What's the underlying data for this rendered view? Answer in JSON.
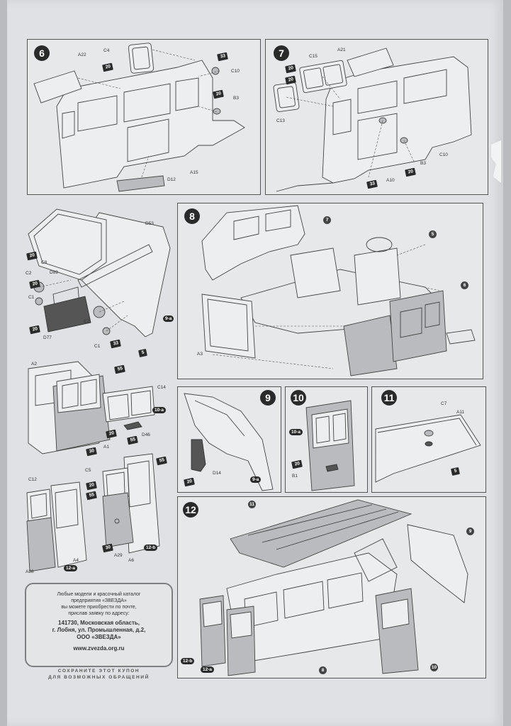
{
  "steps": {
    "s6": {
      "number": "6",
      "parts": [
        "A22",
        "C4",
        "C10",
        "B3",
        "A15",
        "D12"
      ],
      "badges": [
        "20",
        "33",
        "20"
      ]
    },
    "s7": {
      "number": "7",
      "parts": [
        "A21",
        "C15",
        "C13",
        "C10",
        "B3",
        "A10"
      ],
      "badges": [
        "20",
        "20",
        "20",
        "33"
      ]
    },
    "s8": {
      "number": "8",
      "parts": [
        "A3"
      ],
      "refs": [
        "7",
        "5",
        "6"
      ]
    },
    "s9": {
      "number": "9",
      "parts": [
        "D14"
      ],
      "badges": [
        "20"
      ],
      "refs": [
        "9-a"
      ]
    },
    "s10": {
      "number": "10",
      "parts": [
        "B1"
      ],
      "badges": [
        "20"
      ],
      "refs": [
        "10-a"
      ]
    },
    "s11": {
      "number": "11",
      "parts": [
        "C7",
        "A11"
      ],
      "refs": [
        "5"
      ]
    },
    "s12": {
      "number": "12",
      "refs": [
        "11",
        "9",
        "12-b",
        "12-a",
        "8",
        "10"
      ]
    },
    "s5": {
      "parts": [
        "D53",
        "C8",
        "D89",
        "C2",
        "C1",
        "D77",
        "C2",
        "C1"
      ],
      "badges": [
        "20",
        "20",
        "20",
        "33"
      ],
      "refs": [
        "9-a",
        "5"
      ]
    },
    "s10a": {
      "parts": [
        "A2",
        "C14",
        "A1",
        "D46"
      ],
      "badges": [
        "55",
        "30",
        "20",
        "55"
      ],
      "refs": [
        "10-a"
      ]
    },
    "s12ab": {
      "parts": [
        "C12",
        "C5",
        "A4",
        "A29",
        "A6",
        "A28"
      ],
      "badges": [
        "55",
        "20",
        "55",
        "30"
      ],
      "refs": [
        "12-b",
        "12-a"
      ]
    }
  },
  "coupon": {
    "line1": "Любые модели и красочный каталог",
    "line2": "предприятия «ЗВЕЗДА»",
    "line3": "вы можете приобрести по почте,",
    "line4": "прислав заявку по адресу:",
    "addr1": "141730, Московская область,",
    "addr2": "г. Лобня, ул. Промышленная, д.2,",
    "addr3": "ООО «ЗВЕЗДА»",
    "url": "www.zvezda.org.ru"
  },
  "footnote": {
    "line1": "СОХРАНИТЕ ЭТОТ КУПОН",
    "line2": "ДЛЯ ВОЗМОЖНЫХ ОБРАЩЕНИЙ"
  }
}
